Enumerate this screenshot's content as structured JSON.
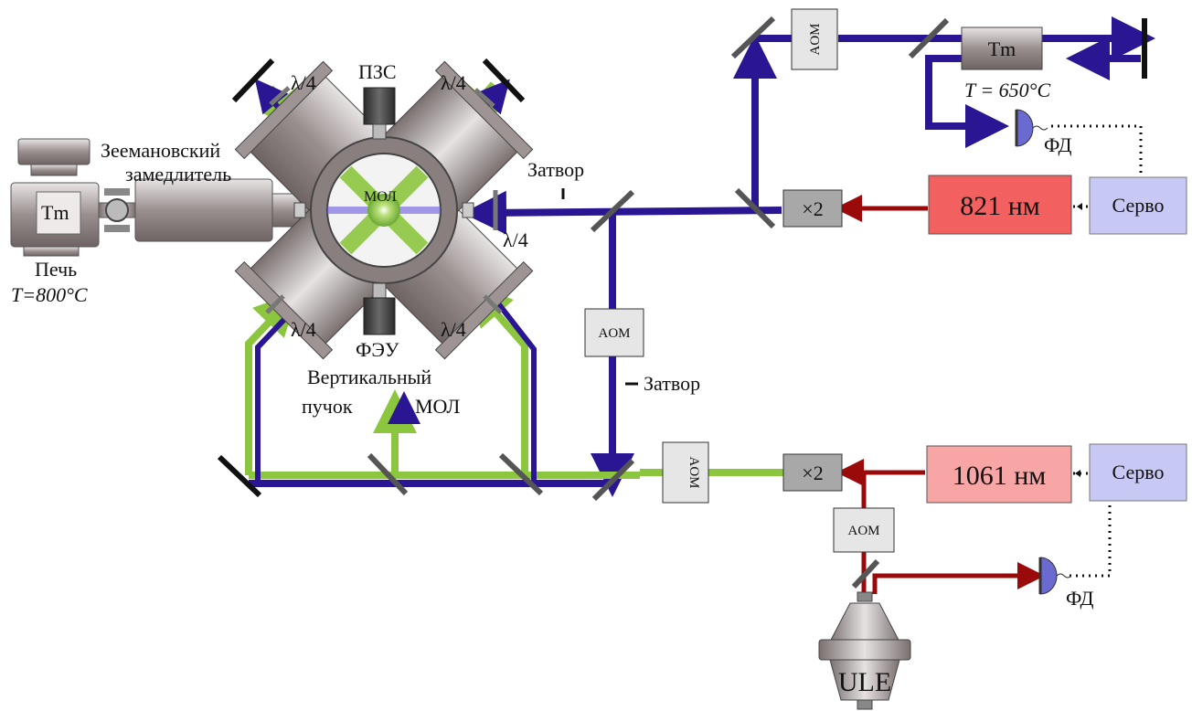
{
  "labels": {
    "zeeman_line1": "Зеемановский",
    "zeeman_line2": "замедлитель",
    "oven_tm": "Tm",
    "oven_name": "Печь",
    "oven_temp": "T=800°C",
    "ccd": "ПЗС",
    "pmt": "ФЭУ",
    "mot": "МОЛ",
    "quarter_wave": "λ/4",
    "shutter_top": "Затвор",
    "shutter_mid": "Затвор",
    "vertical_line1": "Вертикальный",
    "vertical_line2a": "пучок",
    "vertical_line2b": "МОЛ",
    "aom": "AOM",
    "doubler": "×2",
    "laser_821": "821 нм",
    "laser_1061": "1061 нм",
    "servo": "Серво",
    "tm_cell": "Tm",
    "tm_cell_temp": "T = 650°C",
    "photodiode": "ФД",
    "ule": "ULE"
  },
  "colors": {
    "blue_beam": "#2a1693",
    "green_beam": "#8cc63f",
    "red_beam": "#9b0a0a",
    "laser_821_fill": "#f26060",
    "laser_1061_fill": "#f7a5a5",
    "servo_fill": "#c8c8f5",
    "photodiode_fill": "#6a6ad0"
  }
}
